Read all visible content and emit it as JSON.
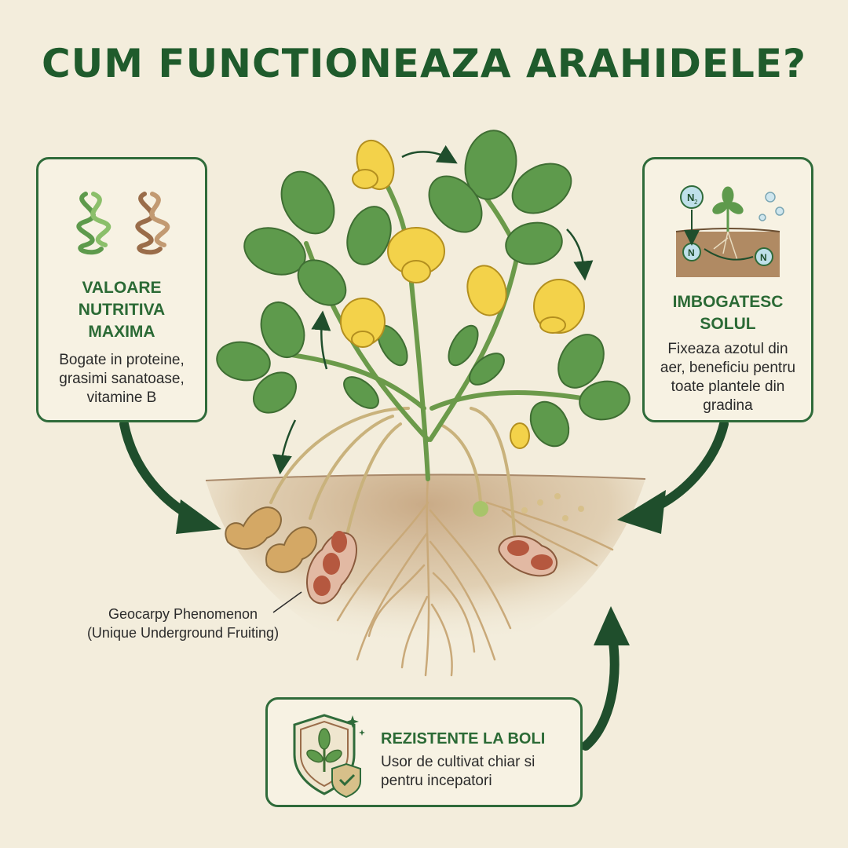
{
  "title": "CUM FUNCTIONEAZA ARAHIDELE?",
  "cards": {
    "nutrition": {
      "heading_lines": [
        "VALOARE",
        "NUTRITIVA",
        "MAXIMA"
      ],
      "body_lines": [
        "Bogate in proteine,",
        "grasimi sanatoase,",
        "vitamine B"
      ],
      "icon": "protein-molecule-icon"
    },
    "soil": {
      "heading_lines": [
        "IMBOGATESC",
        "SOLUL"
      ],
      "body_lines": [
        "Fixeaza azotul din",
        "aer, beneficiu pentru",
        "toate plantele din",
        "gradina"
      ],
      "icon": "nitrogen-fixation-icon",
      "icon_labels": {
        "n2": "N",
        "n2_sub": "2",
        "n": "N"
      }
    },
    "resistance": {
      "heading": "REZISTENTE LA BOLI",
      "body_lines": [
        "Usor de cultivat chiar si",
        "pentru incepatori"
      ],
      "icon": "shield-plant-icon"
    }
  },
  "geocarpy": {
    "line1": "Geocarpy Phenomenon",
    "line2": "(Unique Underground Fruiting)"
  },
  "colors": {
    "title": "#1f5b2c",
    "card_border": "#2f6b3a",
    "heading": "#2b6a35",
    "background": "#f3eddc",
    "leaf": "#5e9a4c",
    "flower": "#f3d24a",
    "soil": "#c9ab86",
    "peanut_shell": "#d4a865",
    "peanut_seed": "#b5583f"
  }
}
